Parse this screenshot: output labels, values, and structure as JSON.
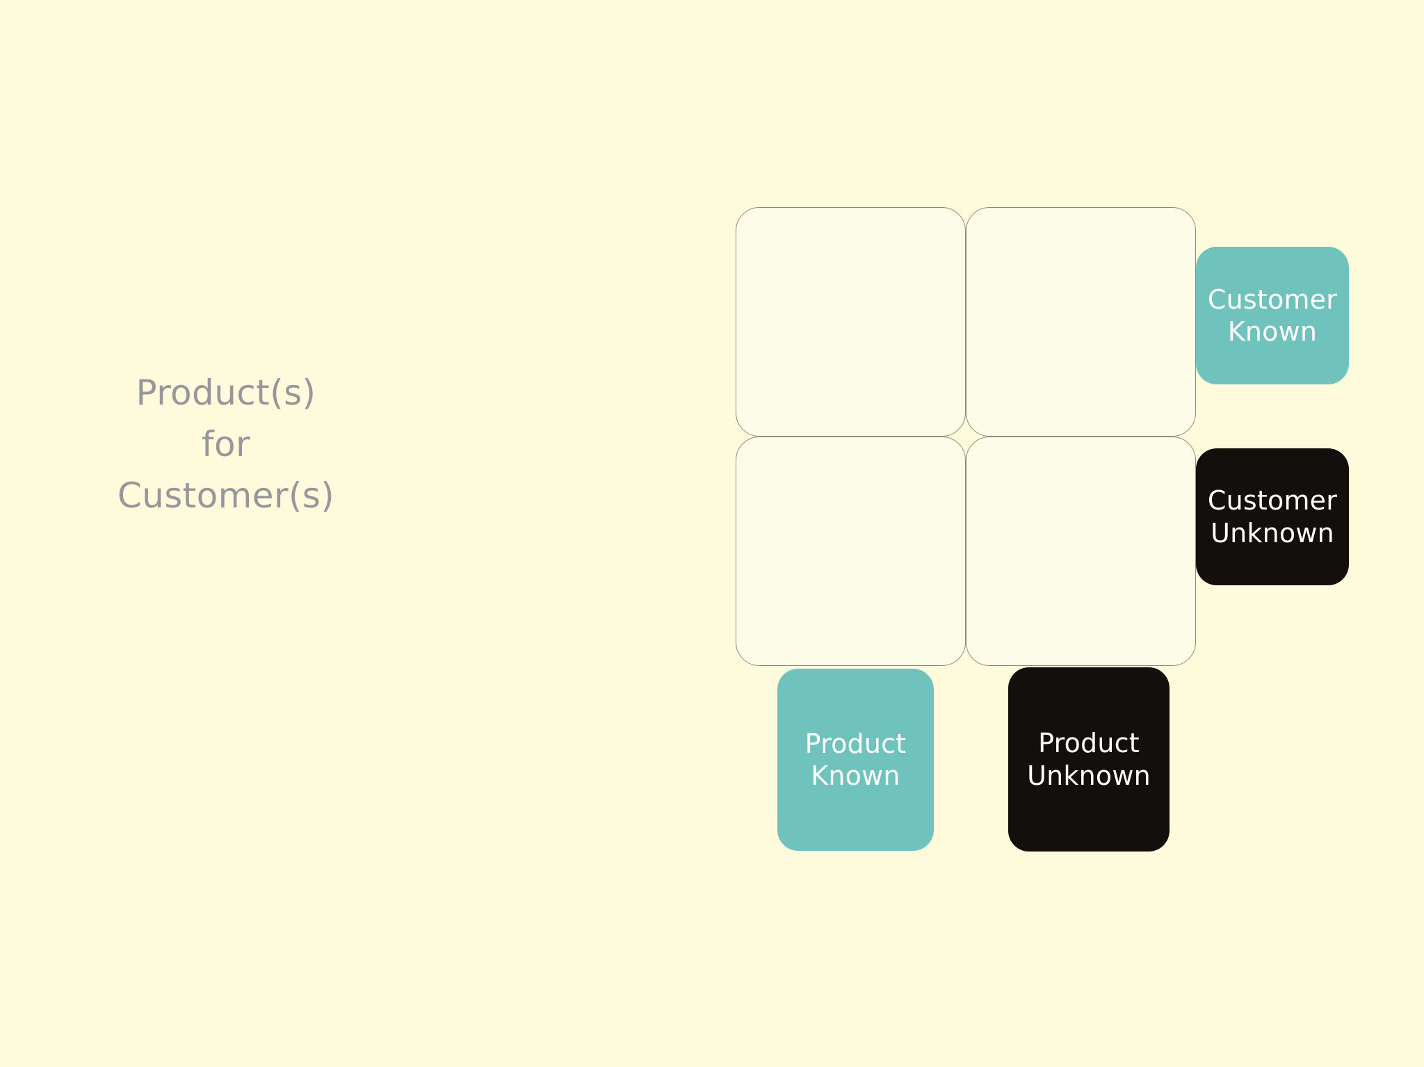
{
  "slide": {
    "background_color": "#FDFBDC",
    "accent_teal": "#6FC3BC",
    "accent_black": "#120F0D",
    "heading_color": "#97979B",
    "quadrant_border_color": "#8E8C73",
    "quadrant_fill_color": "#FDFCE9"
  },
  "axis_title": {
    "line1": "Product(s)",
    "line2": "for",
    "line3": "Customer(s)"
  },
  "column_labels": [
    {
      "id": "product-known",
      "text_line1": "Product",
      "text_line2": "Known",
      "style": "teal"
    },
    {
      "id": "product-unknown",
      "text_line1": "Product",
      "text_line2": "Unknown",
      "style": "black"
    }
  ],
  "row_labels": [
    {
      "id": "customer-known",
      "text_line1": "Customer",
      "text_line2": "Known",
      "style": "teal"
    },
    {
      "id": "customer-unknown",
      "text_line1": "Customer",
      "text_line2": "Unknown",
      "style": "black"
    }
  ],
  "quadrants": [
    {
      "id": "top-left",
      "row": "customer-known",
      "column": "product-known",
      "content": ""
    },
    {
      "id": "top-right",
      "row": "customer-known",
      "column": "product-unknown",
      "content": ""
    },
    {
      "id": "bottom-left",
      "row": "customer-unknown",
      "column": "product-known",
      "content": ""
    },
    {
      "id": "bottom-right",
      "row": "customer-unknown",
      "column": "product-unknown",
      "content": ""
    }
  ]
}
